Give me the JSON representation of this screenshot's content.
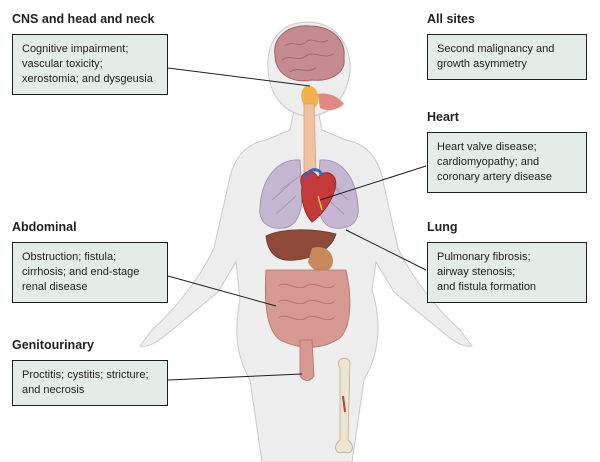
{
  "sections": {
    "cns": {
      "heading": "CNS and head and neck",
      "lines": [
        "Cognitive impairment;",
        "vascular toxicity;",
        "xerostomia; and dysgeusia"
      ]
    },
    "all_sites": {
      "heading": "All sites",
      "lines": [
        "Second malignancy and",
        "growth asymmetry"
      ]
    },
    "heart": {
      "heading": "Heart",
      "lines": [
        "Heart valve disease;",
        "cardiomyopathy; and",
        "coronary artery disease"
      ]
    },
    "abdominal": {
      "heading": "Abdominal",
      "lines": [
        "Obstruction; fistula;",
        "cirrhosis; and end-stage",
        "renal disease"
      ]
    },
    "lung": {
      "heading": "Lung",
      "lines": [
        "Pulmonary fibrosis;",
        "airway stenosis;",
        "and fistula formation"
      ]
    },
    "genitourinary": {
      "heading": "Genitourinary",
      "lines": [
        "Proctitis; cystitis; stricture;",
        "and necrosis"
      ]
    }
  },
  "colors": {
    "box_fill": "#e3ece6",
    "body_fill": "#eeeeee",
    "brain": "#c58b8f",
    "lungs": "#c5b6d2",
    "liver": "#8f4a3a",
    "intestines": "#d69a93",
    "heart": "#c43a3a",
    "trachea": "#f0c2a0",
    "salivary": "#f2b14b",
    "bone": "#ece6d0"
  }
}
